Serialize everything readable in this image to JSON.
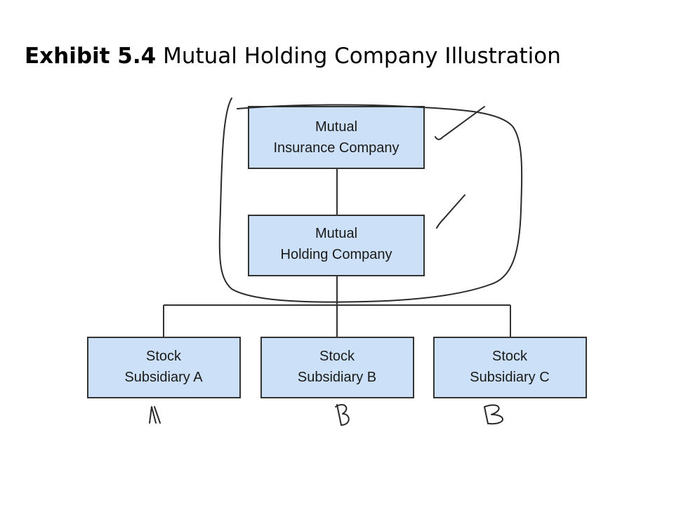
{
  "title": {
    "exhibit": "Exhibit 5.4",
    "text": "Mutual Holding Company Illustration"
  },
  "boxes": {
    "insurance": {
      "line1": "Mutual",
      "line2": "Insurance Company"
    },
    "holding": {
      "line1": "Mutual",
      "line2": "Holding Company"
    },
    "sub_a": {
      "line1": "Stock",
      "line2": "Subsidiary A"
    },
    "sub_b": {
      "line1": "Stock",
      "line2": "Subsidiary B"
    },
    "sub_c": {
      "line1": "Stock",
      "line2": "Subsidiary C"
    }
  },
  "colors": {
    "box_fill": "#cce0f7",
    "box_stroke": "#333333",
    "ink": "#2a2a2a"
  }
}
